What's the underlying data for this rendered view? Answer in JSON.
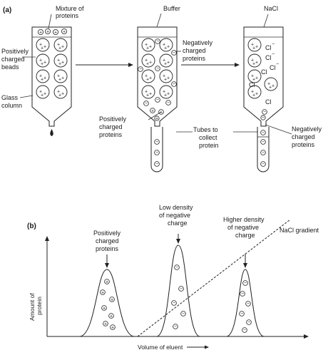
{
  "panel_a": {
    "label": "(a)",
    "labels": {
      "mixture_of_proteins": [
        "Mixture of",
        "proteins"
      ],
      "buffer": "Buffer",
      "nacl": "NaCl",
      "positively_charged_beads": [
        "Positively",
        "charged",
        "beads"
      ],
      "glass_column": [
        "Glass",
        "column"
      ],
      "negatively_charged_proteins_top": [
        "Negatively",
        "charged",
        "proteins"
      ],
      "positively_charged_proteins": [
        "Positively",
        "charged",
        "proteins"
      ],
      "tubes_to_collect_protein": [
        "Tubes to",
        "collect",
        "protein"
      ],
      "negatively_charged_proteins_bottom": [
        "Negatively",
        "charged",
        "proteins"
      ],
      "chloride": "Cl"
    }
  },
  "panel_b": {
    "label": "(b)",
    "labels": {
      "positively_charged_proteins": [
        "Positively",
        "charged",
        "proteins"
      ],
      "low_density": [
        "Low density",
        "of negative",
        "charge"
      ],
      "higher_density": [
        "Higher density",
        "of negative",
        "charge"
      ],
      "nacl_gradient": "NaCl gradient",
      "y_axis": [
        "Amount of",
        "protein"
      ],
      "x_axis": "Volume of eluent"
    }
  },
  "icons": {
    "positive_symbol": "+",
    "negative_symbol": "−"
  }
}
